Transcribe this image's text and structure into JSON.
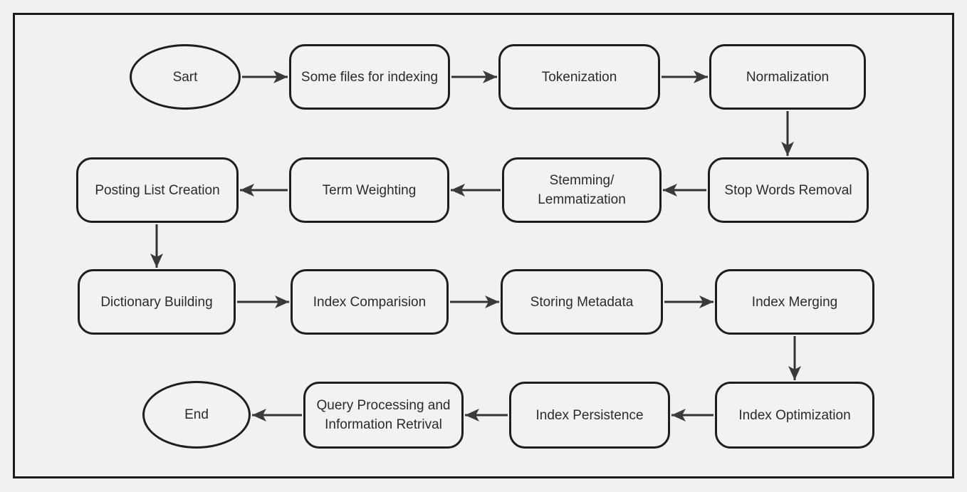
{
  "diagram": {
    "type": "flowchart",
    "colors": {
      "background": "#f1f1f1",
      "node_fill": "#f2f2f2",
      "node_stroke": "#1e1e1e",
      "arrow": "#333333",
      "text": "#2b2b2b",
      "frame_border": "#1b1b1b"
    },
    "nodes": {
      "start": {
        "label": "Sart",
        "shape": "ellipse"
      },
      "files": {
        "label": "Some files for indexing",
        "shape": "process"
      },
      "tokenization": {
        "label": "Tokenization",
        "shape": "process"
      },
      "normalization": {
        "label": "Normalization",
        "shape": "process"
      },
      "stop_words": {
        "label": "Stop Words Removal",
        "shape": "process"
      },
      "stemming": {
        "label": "Stemming/\nLemmatization",
        "shape": "process"
      },
      "term_weighting": {
        "label": "Term Weighting",
        "shape": "process"
      },
      "posting_list": {
        "label": "Posting List Creation",
        "shape": "process"
      },
      "dictionary": {
        "label": "Dictionary Building",
        "shape": "process"
      },
      "index_comparision": {
        "label": "Index Comparision",
        "shape": "process"
      },
      "storing_metadata": {
        "label": "Storing Metadata",
        "shape": "process"
      },
      "index_merging": {
        "label": "Index Merging",
        "shape": "process"
      },
      "index_optimization": {
        "label": "Index Optimization",
        "shape": "process"
      },
      "index_persistence": {
        "label": "Index Persistence",
        "shape": "process"
      },
      "query_processing": {
        "label": "Query Processing and\nInformation Retrival",
        "shape": "process"
      },
      "end": {
        "label": "End",
        "shape": "ellipse"
      }
    },
    "edges": [
      {
        "from": "start",
        "to": "files"
      },
      {
        "from": "files",
        "to": "tokenization"
      },
      {
        "from": "tokenization",
        "to": "normalization"
      },
      {
        "from": "normalization",
        "to": "stop_words"
      },
      {
        "from": "stop_words",
        "to": "stemming"
      },
      {
        "from": "stemming",
        "to": "term_weighting"
      },
      {
        "from": "term_weighting",
        "to": "posting_list"
      },
      {
        "from": "posting_list",
        "to": "dictionary"
      },
      {
        "from": "dictionary",
        "to": "index_comparision"
      },
      {
        "from": "index_comparision",
        "to": "storing_metadata"
      },
      {
        "from": "storing_metadata",
        "to": "index_merging"
      },
      {
        "from": "index_merging",
        "to": "index_optimization"
      },
      {
        "from": "index_optimization",
        "to": "index_persistence"
      },
      {
        "from": "index_persistence",
        "to": "query_processing"
      },
      {
        "from": "query_processing",
        "to": "end"
      }
    ]
  }
}
